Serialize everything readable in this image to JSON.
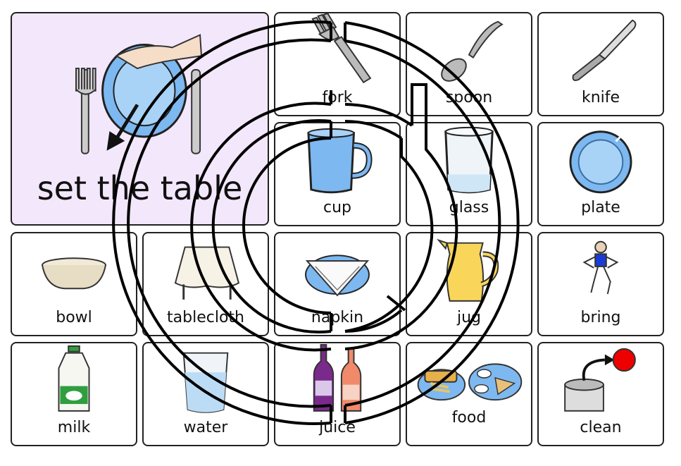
{
  "board": {
    "main": {
      "label": "set the table",
      "icon": "set-table-icon",
      "background": "#f3e7fb"
    },
    "cells": [
      {
        "label": "fork",
        "icon": "fork-icon"
      },
      {
        "label": "spoon",
        "icon": "spoon-icon"
      },
      {
        "label": "knife",
        "icon": "knife-icon"
      },
      {
        "label": "cup",
        "icon": "cup-icon"
      },
      {
        "label": "glass",
        "icon": "glass-icon"
      },
      {
        "label": "plate",
        "icon": "plate-icon"
      },
      {
        "label": "bowl",
        "icon": "bowl-icon"
      },
      {
        "label": "tablecloth",
        "icon": "tablecloth-icon"
      },
      {
        "label": "napkin",
        "icon": "napkin-icon"
      },
      {
        "label": "jug",
        "icon": "jug-icon"
      },
      {
        "label": "bring",
        "icon": "bring-icon"
      },
      {
        "label": "milk",
        "icon": "milk-icon"
      },
      {
        "label": "water",
        "icon": "water-icon"
      },
      {
        "label": "juice",
        "icon": "juice-icon"
      },
      {
        "label": "food",
        "icon": "food-icon"
      },
      {
        "label": "clean",
        "icon": "clean-icon"
      }
    ]
  },
  "overlay": {
    "icon": "maze-overlay-icon"
  },
  "colors": {
    "accent_blue": "#7db8f0",
    "cell_border": "#222222",
    "main_bg": "#f3e7fb"
  }
}
